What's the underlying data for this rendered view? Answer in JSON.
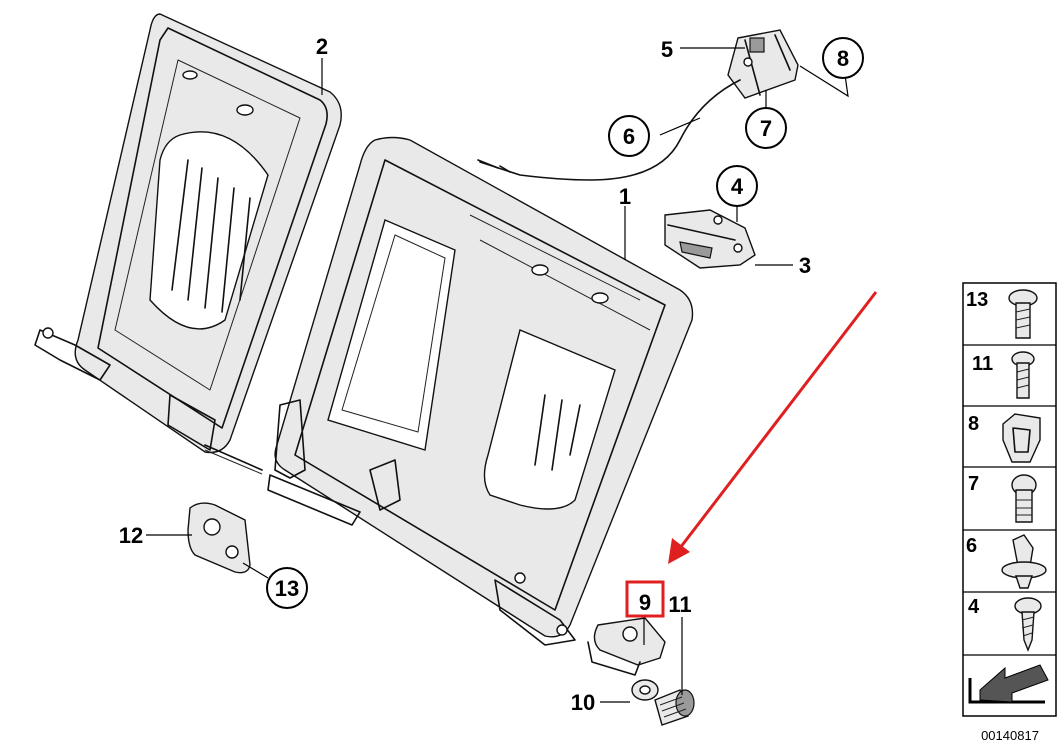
{
  "callouts": {
    "c1": "1",
    "c2": "2",
    "c3": "3",
    "c4": "4",
    "c5": "5",
    "c6": "6",
    "c7": "7",
    "c8": "8",
    "c9": "9",
    "c10": "10",
    "c11": "11",
    "c12": "12",
    "c13": "13"
  },
  "legend": {
    "items": [
      {
        "number": "13",
        "icon": "torx-bolt-icon"
      },
      {
        "number": "11",
        "icon": "torx-bolt-icon"
      },
      {
        "number": "8",
        "icon": "clip-nut-icon"
      },
      {
        "number": "7",
        "icon": "pin-bolt-icon"
      },
      {
        "number": "6",
        "icon": "expanding-rivet-icon"
      },
      {
        "number": "4",
        "icon": "self-tapping-screw-icon"
      }
    ],
    "arrow_icon": "directional-arrow-icon"
  },
  "highlight_color": "#e02020",
  "diagram_code": "00140817"
}
